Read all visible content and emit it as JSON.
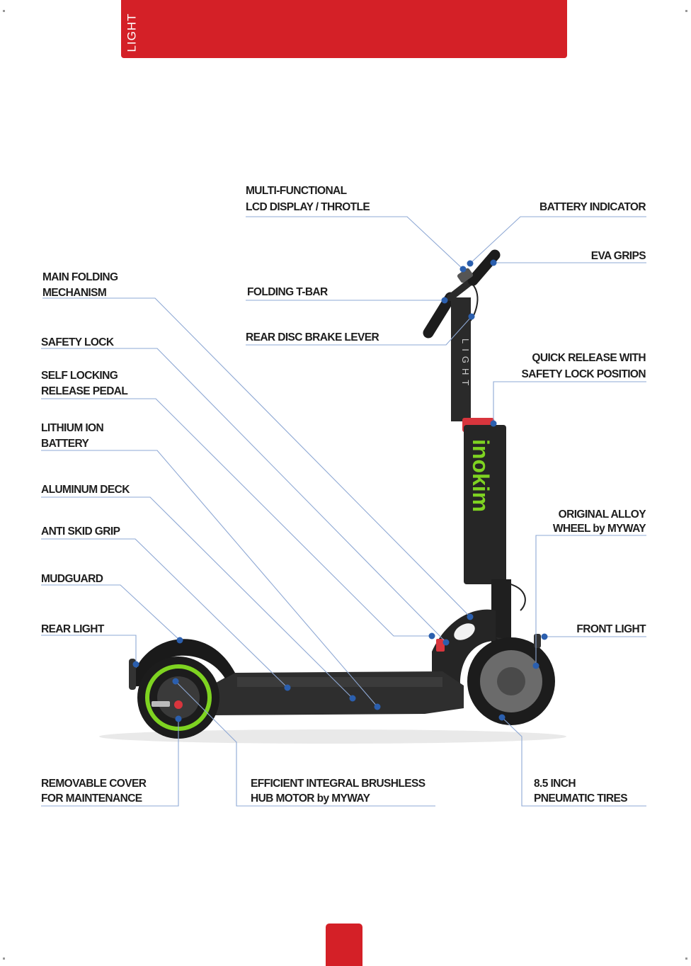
{
  "header": {
    "label": "LIGHT",
    "color": "#d42027"
  },
  "scooter": {
    "stem_text": "LIGHT",
    "brand_logo": "inokim",
    "accent_color": "#7ed321"
  },
  "callouts": {
    "lcd_display": {
      "line1": "MULTI-FUNCTIONAL",
      "line2": "LCD DISPLAY / THROTLE"
    },
    "battery_indicator": {
      "line1": "BATTERY INDICATOR"
    },
    "eva_grips": {
      "line1": "EVA GRIPS"
    },
    "main_folding": {
      "line1": "MAIN FOLDING",
      "line2": "MECHANISM"
    },
    "folding_tbar": {
      "line1": "FOLDING T-BAR"
    },
    "rear_brake_lever": {
      "line1": "REAR DISC BRAKE LEVER"
    },
    "safety_lock": {
      "line1": "SAFETY LOCK"
    },
    "quick_release": {
      "line1": "QUICK RELEASE WITH",
      "line2": "SAFETY LOCK POSITION"
    },
    "pedal": {
      "line1": "SELF LOCKING",
      "line2": "RELEASE PEDAL"
    },
    "battery": {
      "line1": "LITHIUM ION",
      "line2": "BATTERY"
    },
    "deck": {
      "line1": "ALUMINUM DECK"
    },
    "alloy_wheel": {
      "line1": "ORIGINAL ALLOY",
      "line2": "WHEEL by MYWAY"
    },
    "anti_skid": {
      "line1": "ANTI SKID GRIP"
    },
    "mudguard": {
      "line1": "MUDGUARD"
    },
    "rear_light": {
      "line1": "REAR LIGHT"
    },
    "front_light": {
      "line1": "FRONT LIGHT"
    },
    "removable_cover": {
      "line1": "REMOVABLE COVER",
      "line2": "FOR MAINTENANCE"
    },
    "hub_motor": {
      "line1": "EFFICIENT INTEGRAL BRUSHLESS",
      "line2": "HUB MOTOR by MYWAY"
    },
    "tires": {
      "line1": "8.5 INCH",
      "line2": "PNEUMATIC TIRES"
    }
  }
}
